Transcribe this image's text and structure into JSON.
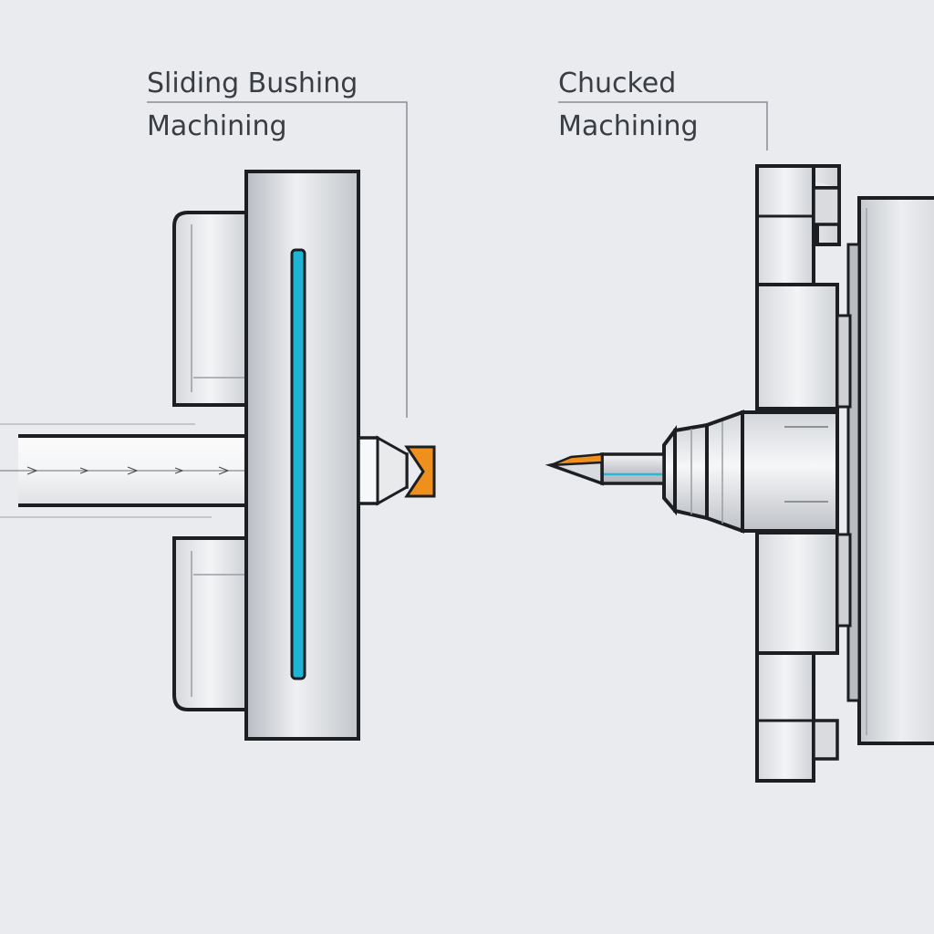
{
  "labels": {
    "sliding_bushing_line1": "Sliding Bushing",
    "sliding_bushing_line2": "Machining",
    "chucked_line1": "Chucked",
    "chucked_line2": "Machining"
  },
  "colors": {
    "background": "#e9ebee",
    "outline": "#1c1e22",
    "metal_light": "#f1f2f4",
    "metal_mid": "#c9cbd0",
    "accent_blue": "#1fb6d6",
    "accent_orange": "#f0901c"
  }
}
